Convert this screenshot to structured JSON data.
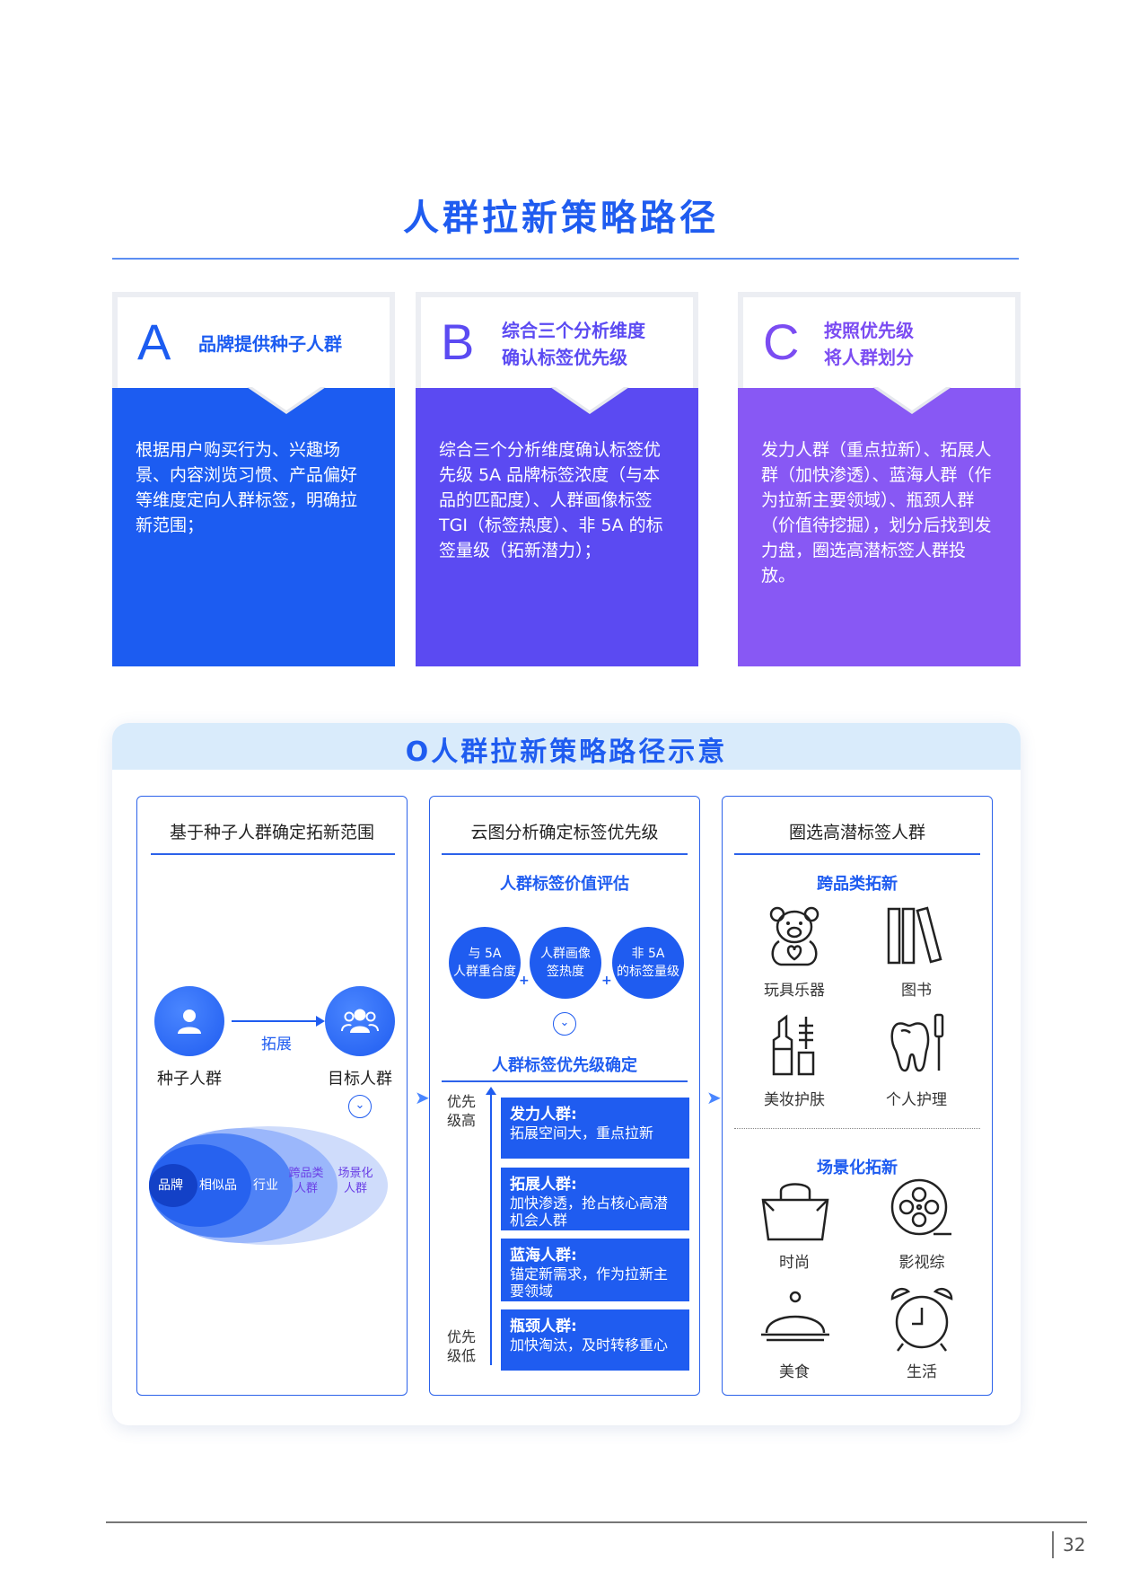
{
  "page_title": "人群拉新策略路径",
  "cards": [
    {
      "letter": "A",
      "head": [
        "品牌提供种子人群"
      ],
      "body": "根据用户购买行为、兴趣场景、内容浏览习惯、产品偏好等维度定向人群标签，明确拉新范围；",
      "color": "#1c5cf1",
      "letter_color": "#1c5cf1"
    },
    {
      "letter": "B",
      "head": [
        "综合三个分析维度",
        "确认标签优先级"
      ],
      "body": "综合三个分析维度确认标签优先级 5A 品牌标签浓度（与本品的匹配度）、人群画像标签 TGI（标签热度）、非 5A 的标签量级（拓新潜力）；",
      "color": "#5b4af2",
      "letter_color": "#5b4af2"
    },
    {
      "letter": "C",
      "head": [
        "按照优先级",
        "将人群划分"
      ],
      "body": "发力人群（重点拉新）、拓展人群（加快渗透）、蓝海人群（作为拉新主要领域）、瓶颈人群（价值待挖掘），划分后找到发力盘，圈选高潜标签人群投放。",
      "color": "#8858f4",
      "letter_color": "#7b4cf2"
    }
  ],
  "diagram": {
    "title": "O人群拉新策略路径示意",
    "col1": {
      "title": "基于种子人群确定拓新范围",
      "seed_label": "种子人群",
      "target_label": "目标人群",
      "arrow_label": "拓展",
      "rings": [
        "品牌",
        "相似品",
        "行业",
        "跨品类人群",
        "场景化人群"
      ]
    },
    "col2": {
      "title": "云图分析确定标签优先级",
      "eval_title": "人群标签价值评估",
      "circles": [
        [
          "与 5A",
          "人群重合度"
        ],
        [
          "人群画像",
          "签热度"
        ],
        [
          "非 5A",
          "的标签量级"
        ]
      ],
      "plus": "+",
      "priority_title": "人群标签优先级确定",
      "high": [
        "优先",
        "级高"
      ],
      "low": [
        "优先",
        "级低"
      ],
      "groups": [
        {
          "title": "发力人群:",
          "desc": [
            "拓展空间大，重点拉新"
          ]
        },
        {
          "title": "拓展人群:",
          "desc": [
            "加快渗透，抢占核心高潜",
            "机会人群"
          ]
        },
        {
          "title": "蓝海人群:",
          "desc": [
            "锚定新需求，作为拉新主",
            "要领域"
          ]
        },
        {
          "title": "瓶颈人群:",
          "desc": [
            "加快淘汰，及时转移重心"
          ]
        }
      ]
    },
    "col3": {
      "title": "圈选高潜标签人群",
      "cross_title": "跨品类拓新",
      "cross_items": [
        {
          "label": "玩具乐器",
          "icon": "teddy-bear-icon"
        },
        {
          "label": "图书",
          "icon": "books-icon"
        },
        {
          "label": "美妆护肤",
          "icon": "lipstick-icon"
        },
        {
          "label": "个人护理",
          "icon": "tooth-icon"
        }
      ],
      "scene_title": "场景化拓新",
      "scene_items": [
        {
          "label": "时尚",
          "icon": "shopping-bag-icon"
        },
        {
          "label": "影视综",
          "icon": "film-reel-icon"
        },
        {
          "label": "美食",
          "icon": "food-cloche-icon"
        },
        {
          "label": "生活",
          "icon": "alarm-clock-icon"
        }
      ]
    }
  },
  "page_number": "32"
}
